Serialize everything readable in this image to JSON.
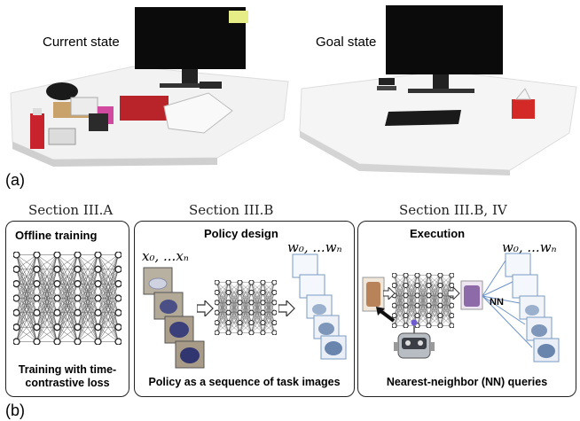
{
  "photos": {
    "current_state_label": "Current state",
    "goal_state_label": "Goal state"
  },
  "figure_labels": {
    "a": "(a)",
    "b": "(b)"
  },
  "sections": {
    "left": "Section III.A",
    "middle": "Section III.B",
    "right": "Section III.B, IV"
  },
  "panels": {
    "offline": {
      "title": "Offline training",
      "caption": "Training with time-contrastive loss"
    },
    "policy": {
      "title": "Policy design",
      "input_math": "x₀, ...xₙ",
      "output_math": "w₀, ...wₙ",
      "caption": "Policy as a sequence of task images"
    },
    "execution": {
      "title": "Execution",
      "output_math": "w₀, ...wₙ",
      "nn_label": "NN",
      "caption": "Nearest-neighbor (NN) queries"
    }
  }
}
